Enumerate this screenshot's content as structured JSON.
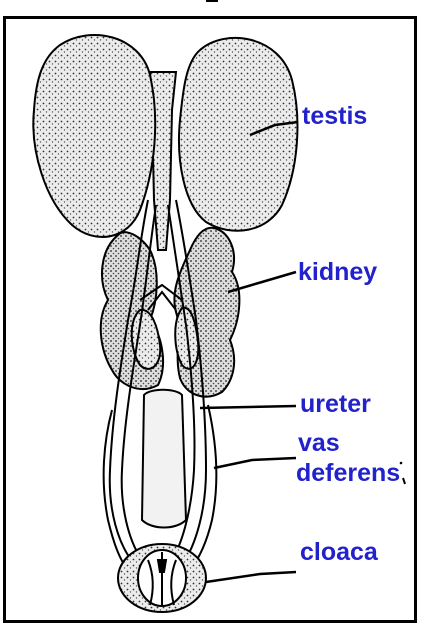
{
  "diagram": {
    "labels": {
      "testis": "testis",
      "kidney": "kidney",
      "ureter": "ureter",
      "vas_deferens_line1": "vas",
      "vas_deferens_line2": "deferens",
      "cloaca": "cloaca"
    },
    "colors": {
      "label": "#2222cc",
      "ink": "#000000",
      "paper": "#ffffff",
      "testis_fill": "#dcdcdc",
      "kidney_fill": "#cfcfcf"
    }
  }
}
